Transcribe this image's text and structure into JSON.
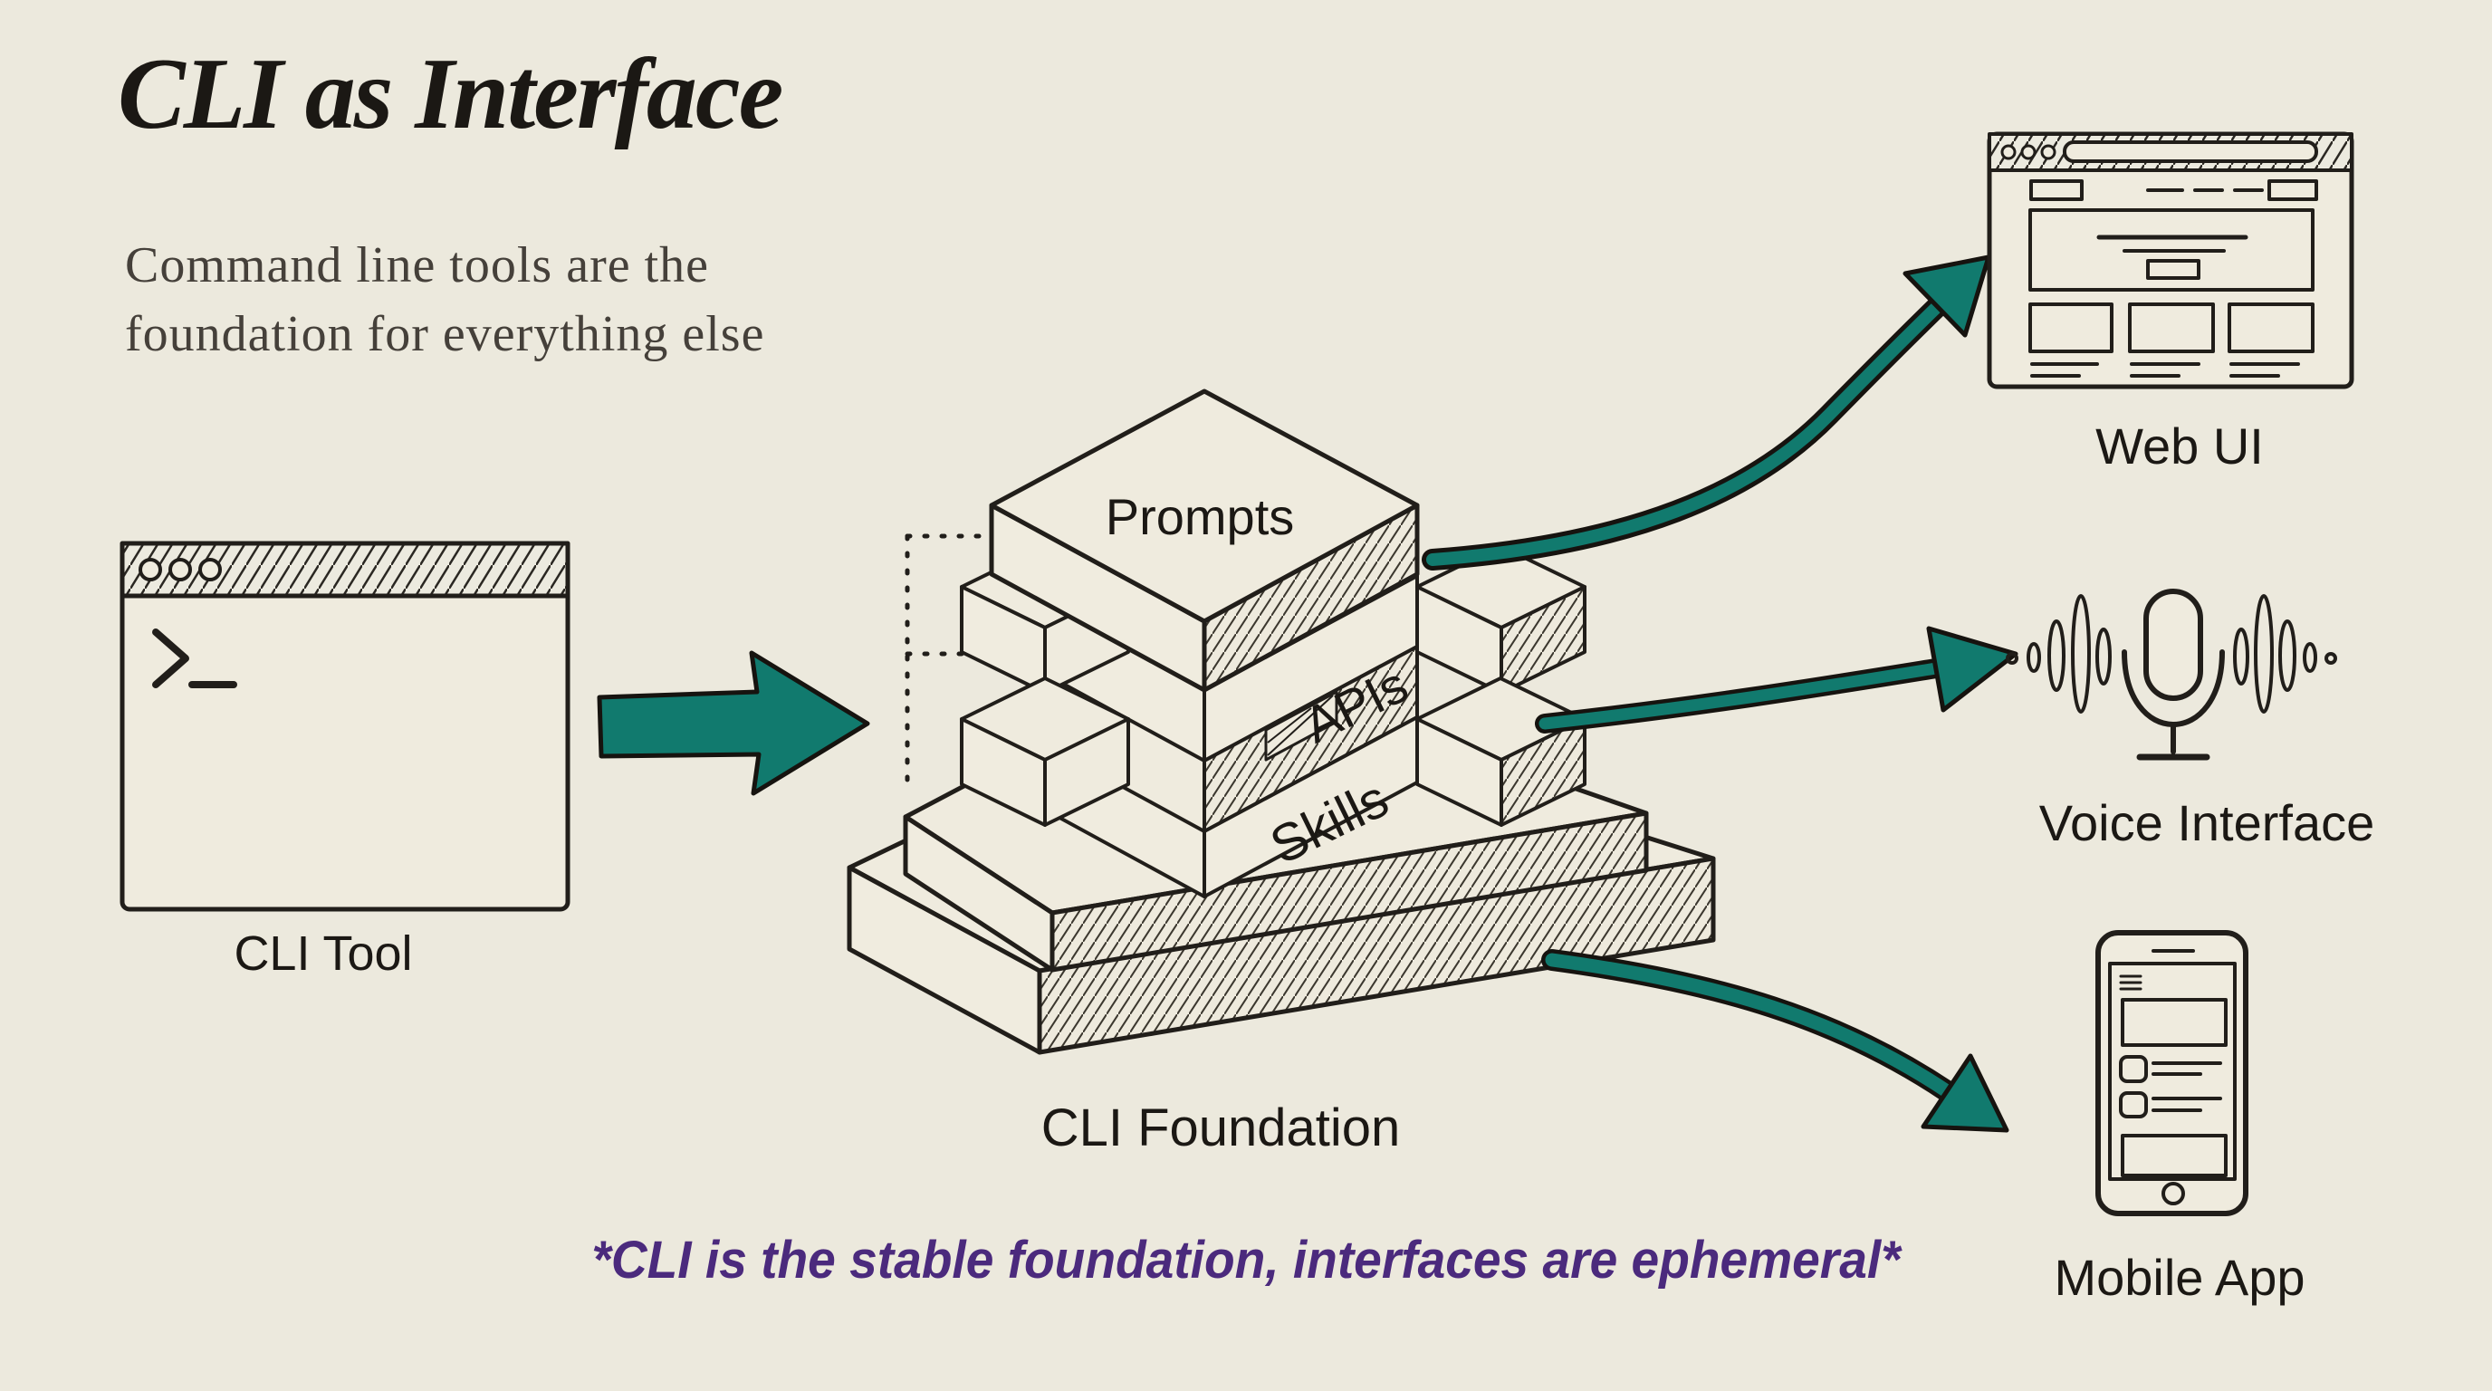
{
  "colors": {
    "background": "#ece9dd",
    "ink": "#211e1a",
    "teal": "#117a6e",
    "purple": "#4b2a7d"
  },
  "header": {
    "title": "CLI as Interface",
    "subtitle_line1": "Command line tools are the",
    "subtitle_line2": "foundation for everything else"
  },
  "cli_tool": {
    "label": "CLI Tool"
  },
  "stack": {
    "caption": "CLI Foundation",
    "layers": {
      "top": "Prompts",
      "middle": "APIs",
      "bottom": "Skills"
    }
  },
  "outputs": [
    {
      "id": "web",
      "label": "Web UI"
    },
    {
      "id": "voice",
      "label": "Voice Interface"
    },
    {
      "id": "mobile",
      "label": "Mobile App"
    }
  ],
  "footnote": "*CLI is the stable foundation, interfaces are ephemeral*"
}
